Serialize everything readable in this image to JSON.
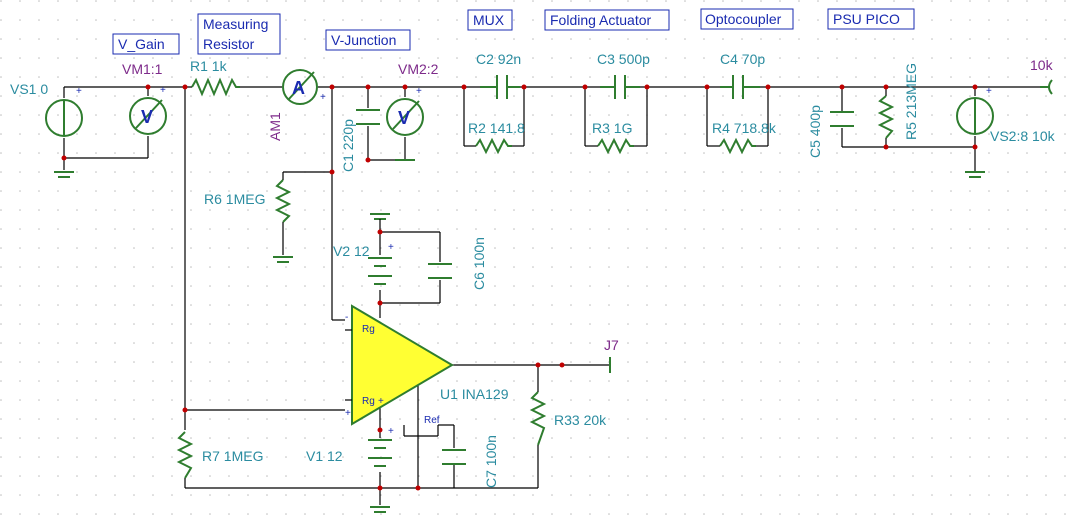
{
  "tags": {
    "v_gain": "V_Gain",
    "measuring_resistor_l1": "Measuring",
    "measuring_resistor_l2": "Resistor",
    "v_junction": "V-Junction",
    "mux": "MUX",
    "folding_actuator": "Folding Actuator",
    "optocoupler": "Optocoupler",
    "psu_pico": "PSU PICO"
  },
  "labels": {
    "vs1": "VS1 0",
    "vm1": "VM1:1",
    "r1": "R1 1k",
    "am1": "AM1",
    "vm2": "VM2:2",
    "c1": "C1 220p",
    "c2": "C2 92n",
    "r2": "R2 141.8",
    "c3": "C3 500p",
    "r3": "R3 1G",
    "c4": "C4 70p",
    "r4": "R4 718.8k",
    "c5": "C5 400p",
    "r5": "R5 213MEG",
    "vs2": "VS2:8 10k",
    "out_10k": "10k",
    "r6": "R6 1MEG",
    "v2": "V2 12",
    "c6": "C6 100n",
    "j7": "J7",
    "u1": "U1 INA129",
    "r33": "R33 20k",
    "r7": "R7 1MEG",
    "v1": "V1 12",
    "c7": "C7 100n"
  },
  "pins": {
    "rg_top": "Rg",
    "rg_bottom": "Rg",
    "ref": "Ref",
    "minus": "-",
    "plus": "+",
    "plus2": "+"
  },
  "symbols": {
    "voltmeter": "V",
    "ammeter": "A"
  },
  "colors": {
    "wire": "#000000",
    "component": "#2f7d2f",
    "label": "#2b8ca0",
    "probe_label": "#7d2a8a",
    "tag": "#1a2bb0",
    "opamp_fill": "#ffff33",
    "node": "#c00000"
  }
}
